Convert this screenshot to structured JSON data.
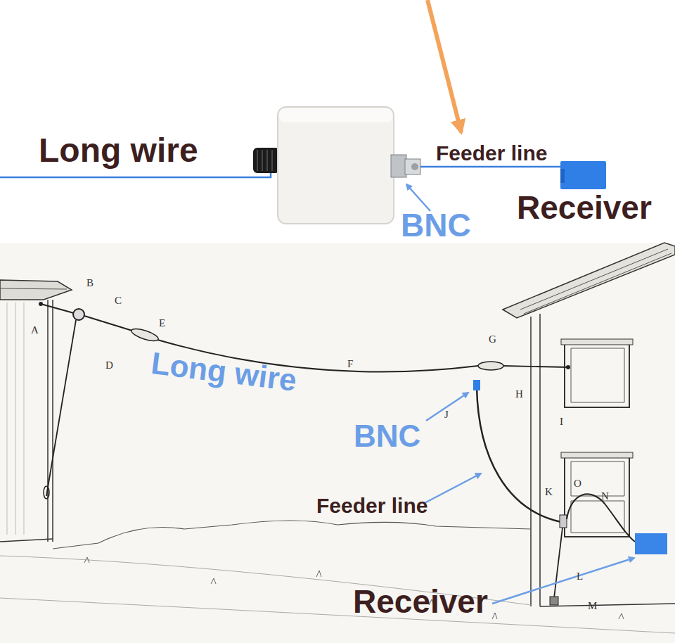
{
  "diagram": {
    "labels": [
      "Long wire",
      "Feeder line",
      "BNC",
      "Receiver",
      "Long wire",
      "BNC",
      "Feeder line",
      "Receiver",
      "A",
      "B",
      "C",
      "D",
      "E",
      "F",
      "G",
      "H",
      "I",
      "J",
      "K",
      "L",
      "M",
      "N",
      "O"
    ]
  }
}
